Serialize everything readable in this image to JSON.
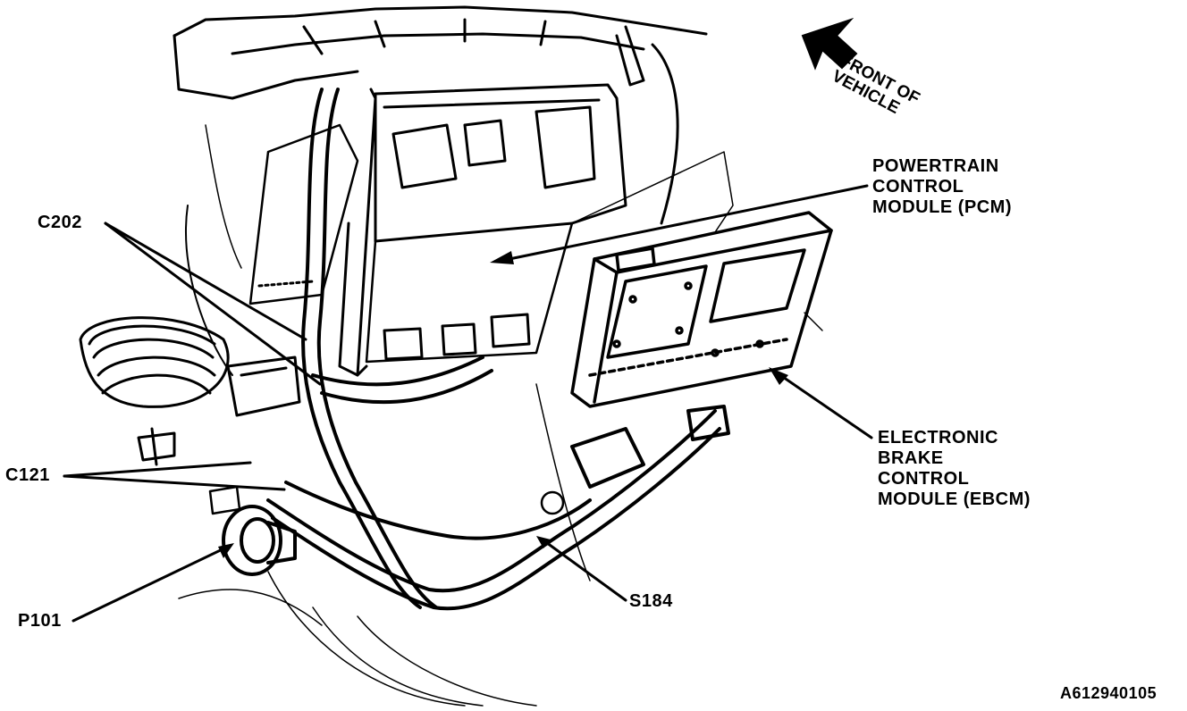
{
  "labels": {
    "front_of_vehicle": [
      "FRONT OF",
      "VEHICLE"
    ],
    "pcm": [
      "POWERTRAIN",
      "CONTROL",
      "MODULE (PCM)"
    ],
    "ebcm": [
      "ELECTRONIC",
      "BRAKE",
      "CONTROL",
      "MODULE (EBCM)"
    ],
    "c202": "C202",
    "c121": "C121",
    "p101": "P101",
    "s184": "S184",
    "figure_id": "A612940105"
  },
  "colors": {
    "ink": "#000000",
    "paper": "#ffffff"
  }
}
